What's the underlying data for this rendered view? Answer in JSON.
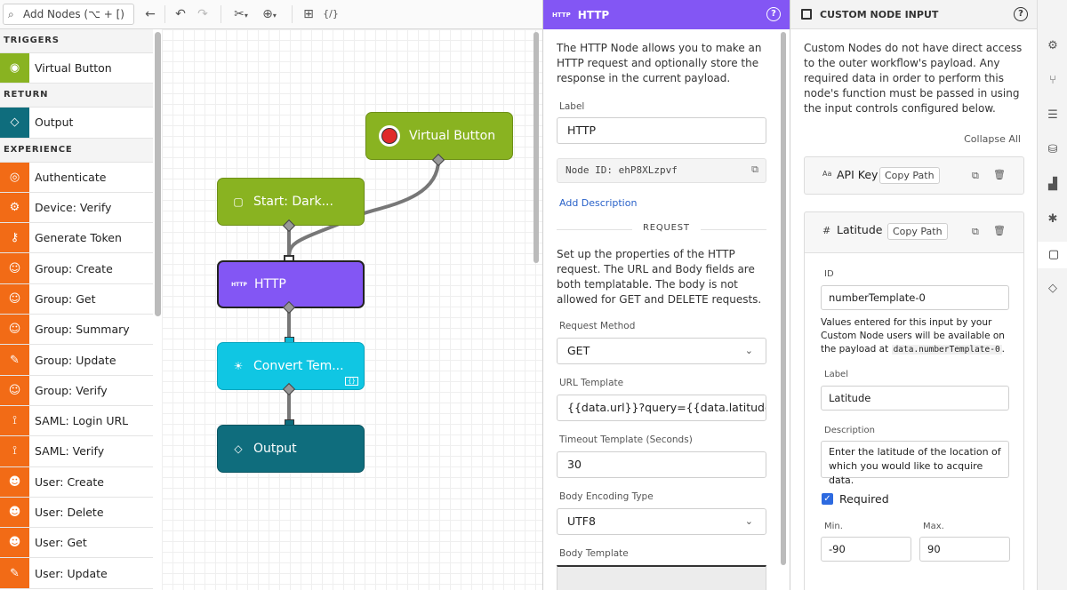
{
  "toolbar": {
    "search_placeholder": "Add Nodes (⌥ + [)"
  },
  "palette": {
    "sections": [
      {
        "title": "TRIGGERS",
        "items": [
          {
            "label": "Virtual Button",
            "icon": "target-icon",
            "color": "green"
          }
        ]
      },
      {
        "title": "RETURN",
        "items": [
          {
            "label": "Output",
            "icon": "diamond-icon",
            "color": "teal"
          }
        ]
      },
      {
        "title": "EXPERIENCE",
        "items": [
          {
            "label": "Authenticate",
            "icon": "fingerprint-icon",
            "color": "orange"
          },
          {
            "label": "Device: Verify",
            "icon": "device-gear-icon",
            "color": "orange"
          },
          {
            "label": "Generate Token",
            "icon": "key-icon",
            "color": "orange"
          },
          {
            "label": "Group: Create",
            "icon": "group-add-icon",
            "color": "orange"
          },
          {
            "label": "Group: Get",
            "icon": "group-icon",
            "color": "orange"
          },
          {
            "label": "Group: Summary",
            "icon": "group-list-icon",
            "color": "orange"
          },
          {
            "label": "Group: Update",
            "icon": "group-edit-icon",
            "color": "orange"
          },
          {
            "label": "Group: Verify",
            "icon": "group-check-icon",
            "color": "orange"
          },
          {
            "label": "SAML: Login URL",
            "icon": "saml-icon",
            "color": "orange"
          },
          {
            "label": "SAML: Verify",
            "icon": "saml-verify-icon",
            "color": "orange"
          },
          {
            "label": "User: Create",
            "icon": "user-add-icon",
            "color": "orange"
          },
          {
            "label": "User: Delete",
            "icon": "user-delete-icon",
            "color": "orange"
          },
          {
            "label": "User: Get",
            "icon": "user-search-icon",
            "color": "orange"
          },
          {
            "label": "User: Update",
            "icon": "user-edit-icon",
            "color": "orange"
          }
        ]
      }
    ]
  },
  "canvas": {
    "nodes": [
      {
        "id": "virtual-button",
        "label": "Virtual Button",
        "color": "#89b321"
      },
      {
        "id": "start",
        "label": "Start: Dark...",
        "color": "#89b321"
      },
      {
        "id": "http",
        "label": "HTTP",
        "icon_text": "HTTP",
        "color": "#8356f4"
      },
      {
        "id": "convert",
        "label": "Convert Tem...",
        "color": "#10c6e3"
      },
      {
        "id": "output",
        "label": "Output",
        "color": "#0f6d7d"
      }
    ]
  },
  "http_panel": {
    "icon_text": "HTTP",
    "title": "HTTP",
    "description": "The HTTP Node allows you to make an HTTP request and optionally store the response in the current payload.",
    "label_caption": "Label",
    "label_value": "HTTP",
    "node_id": "Node ID: ehP8XLzpvf",
    "add_description": "Add Description",
    "request_heading": "REQUEST",
    "request_text": "Set up the properties of the HTTP request. The URL and Body fields are both templatable. The body is not allowed for GET and DELETE requests.",
    "method_caption": "Request Method",
    "method_value": "GET",
    "url_caption": "URL Template",
    "url_value": "{{data.url}}?query={{data.latitude}},{{c",
    "timeout_caption": "Timeout Template (Seconds)",
    "timeout_value": "30",
    "encoding_caption": "Body Encoding Type",
    "encoding_value": "UTF8",
    "body_caption": "Body Template"
  },
  "cn_panel": {
    "title": "CUSTOM NODE INPUT",
    "description": "Custom Nodes do not have direct access to the outer workflow's payload. Any required data in order to perform this node's function must be passed in using the input controls configured below.",
    "collapse_all": "Collapse All",
    "inputs": [
      {
        "type_icon": "Aa",
        "name": "API Key",
        "copy_path": "Copy Path"
      },
      {
        "type_icon": "#",
        "name": "Latitude",
        "copy_path": "Copy Path"
      }
    ],
    "latitude": {
      "id_caption": "ID",
      "id_value": "numberTemplate-0",
      "help_pre": "Values entered for this input by your Custom Node users will be available on the payload at",
      "help_code": "data.numberTemplate-0",
      "help_post": ".",
      "label_caption": "Label",
      "label_value": "Latitude",
      "desc_caption": "Description",
      "desc_value": "Enter the latitude of the location of which you would like to acquire data.",
      "required_label": "Required",
      "min_caption": "Min.",
      "min_value": "-90",
      "max_caption": "Max.",
      "max_value": "90"
    }
  },
  "colors": {
    "accent_purple": "#8356f4",
    "green": "#89b321",
    "teal": "#0f6d7d",
    "orange": "#f26b16",
    "cyan": "#10c6e3",
    "link_blue": "#2a62c9"
  }
}
